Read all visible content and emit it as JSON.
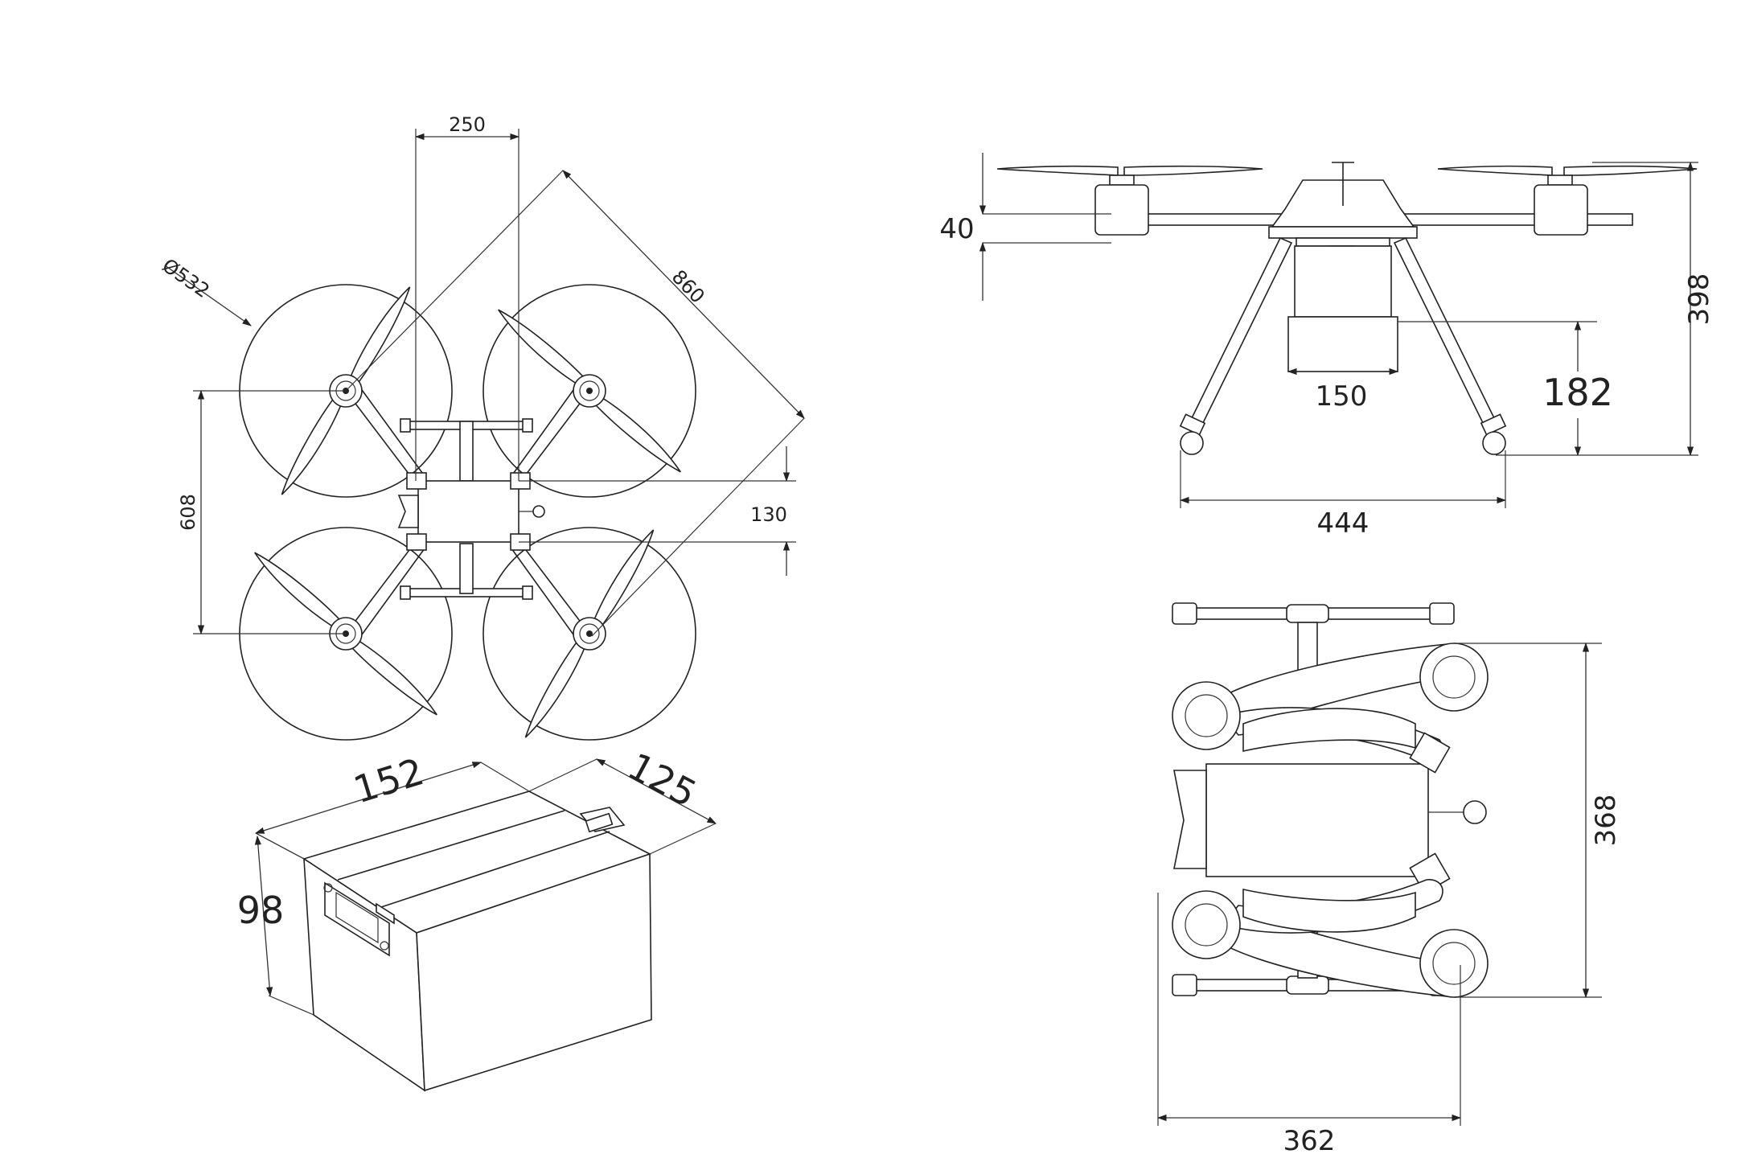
{
  "diagram": {
    "top_view": {
      "dim_arm_spacing": "250",
      "dim_prop_diameter": "Ø532",
      "dim_diagonal": "860",
      "dim_front_rear": "608",
      "dim_body_width": "130"
    },
    "side_view": {
      "dim_motor_height": "40",
      "dim_total_height": "398",
      "dim_battery_width": "150",
      "dim_ground_clearance": "182",
      "dim_skid_width": "444"
    },
    "folded_view": {
      "dim_folded_length": "368",
      "dim_folded_width": "362"
    },
    "battery_box": {
      "dim_length": "152",
      "dim_width": "125",
      "dim_height": "98"
    }
  }
}
